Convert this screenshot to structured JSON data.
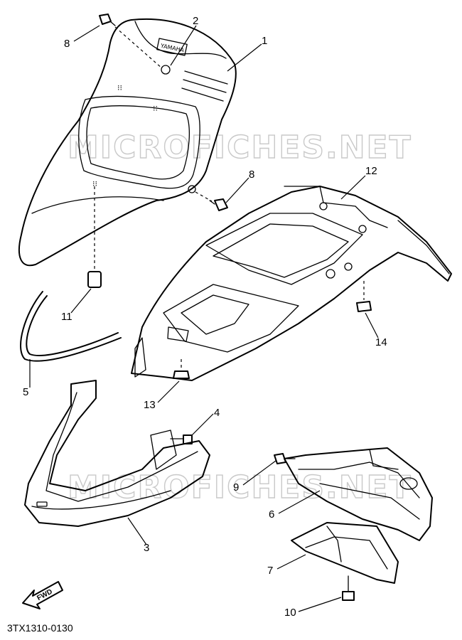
{
  "diagram": {
    "drawing_number": "3TX1310-0130",
    "watermark": "MICROFICHES.NET",
    "front_badge": "FWD",
    "brand_plate": "YAMAHA",
    "callouts": [
      "1",
      "2",
      "3",
      "4",
      "5",
      "6",
      "7",
      "8",
      "8",
      "9",
      "10",
      "11",
      "12",
      "13",
      "14"
    ],
    "parts": [
      {
        "id": "front-cover",
        "callout": "1"
      },
      {
        "id": "emblem",
        "callout": "2"
      },
      {
        "id": "leg-shield-lower",
        "callout": "3"
      },
      {
        "id": "screw",
        "callout": "4"
      },
      {
        "id": "seal-strip",
        "callout": "5"
      },
      {
        "id": "rear-fender",
        "callout": "6"
      },
      {
        "id": "fender-bracket",
        "callout": "7"
      },
      {
        "id": "bolt",
        "callout": "8"
      },
      {
        "id": "bolt-lower",
        "callout": "9"
      },
      {
        "id": "bolt-bracket",
        "callout": "10"
      },
      {
        "id": "grommet",
        "callout": "11"
      },
      {
        "id": "storage-box",
        "callout": "12"
      },
      {
        "id": "nut-13",
        "callout": "13"
      },
      {
        "id": "nut-14",
        "callout": "14"
      }
    ]
  }
}
